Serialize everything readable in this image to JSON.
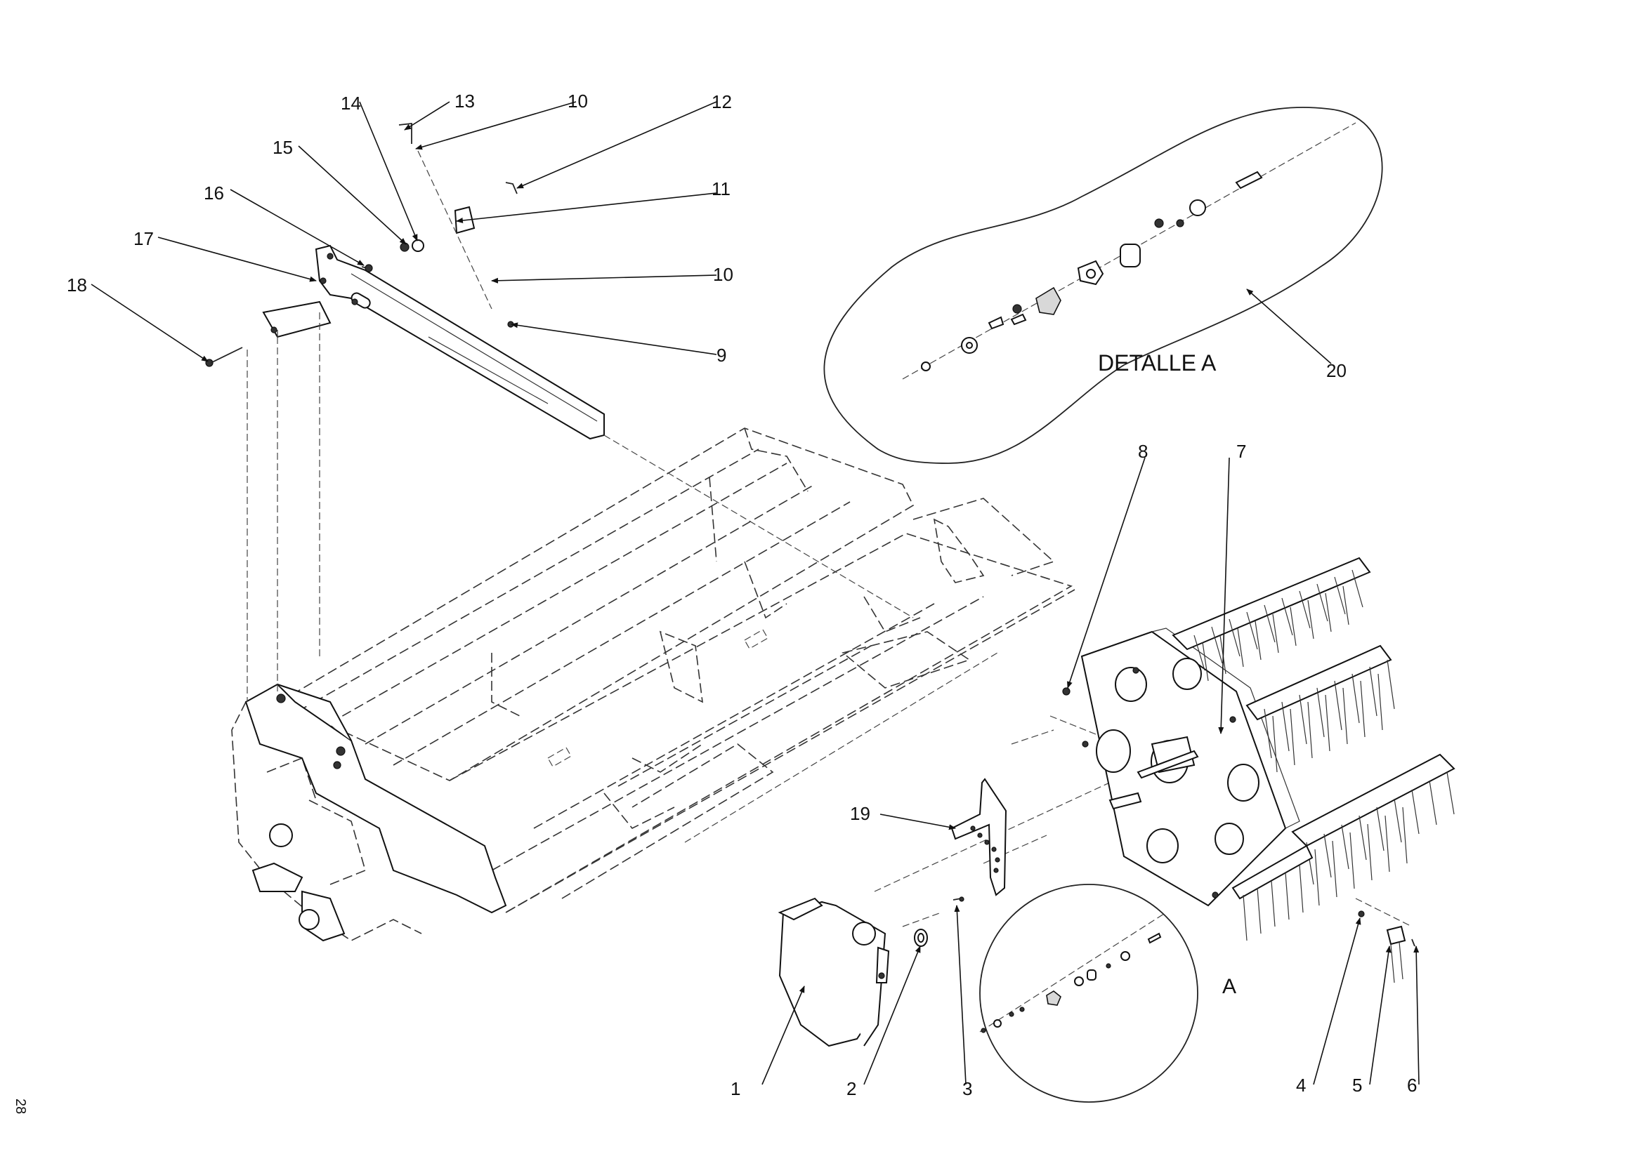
{
  "detail": {
    "title": "DETALLE A",
    "letter": "A"
  },
  "page_number": "28",
  "callouts": {
    "c1": "1",
    "c2": "2",
    "c3": "3",
    "c4": "4",
    "c5": "5",
    "c6": "6",
    "c7": "7",
    "c8": "8",
    "c9": "9",
    "c10a": "10",
    "c10b": "10",
    "c11": "11",
    "c12": "12",
    "c13": "13",
    "c14": "14",
    "c15": "15",
    "c16": "16",
    "c17": "17",
    "c18": "18",
    "c19": "19",
    "c20": "20"
  }
}
